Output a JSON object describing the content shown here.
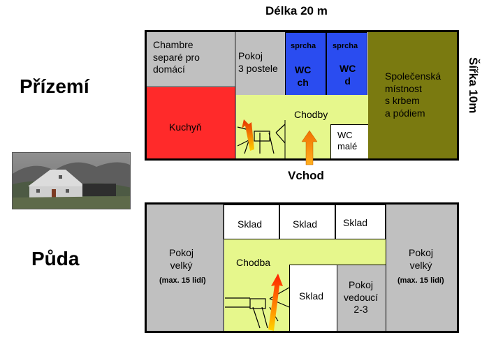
{
  "header": {
    "length_label": "Délka 20 m",
    "width_label": "Šířka 10m"
  },
  "ground_floor": {
    "title": "Přízemí",
    "rooms": {
      "chambre": "Chambre\nseparé pro\ndomácí",
      "pokoj3": "Pokoj\n3 postele",
      "shower_left": "sprcha",
      "shower_right": "sprcha",
      "wc_men": "WC\nch",
      "wc_women": "WC\nd",
      "social_room": "Společenská\nmístnost\ns krbem\na pódiem",
      "kitchen": "Kuchyň",
      "corridor": "Chodby",
      "wc_small": "WC\nmalé"
    },
    "entrance": "Vchod"
  },
  "attic": {
    "title": "Půda",
    "rooms": {
      "big_left": "Pokoj\nvelký",
      "big_left_note": "(max. 15 lidí)",
      "sklad1": "Sklad",
      "sklad2": "Sklad",
      "sklad3": "Sklad",
      "corridor": "Chodba",
      "sklad4": "Sklad",
      "leader_room": "Pokoj\nvedoucí\n2-3",
      "big_right": "Pokoj\nvelký",
      "big_right_note": "(max. 15 lidí)"
    }
  },
  "colors": {
    "gray": "#c0c0c0",
    "kitchen_red": "#ff2a2a",
    "shower_blue": "#2a4cf0",
    "social_olive": "#7a7a10",
    "corridor_green": "#e6f78c",
    "outline": "#000000"
  }
}
